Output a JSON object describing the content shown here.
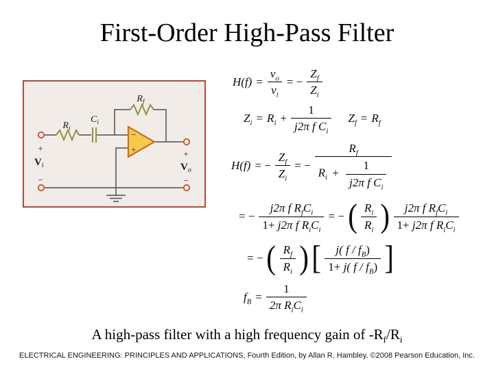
{
  "title": "First-Order High-Pass Filter",
  "caption": {
    "pre": "A high-pass filter with a high frequency gain of -R",
    "sub1": "f",
    "mid": "/R",
    "sub2": "i"
  },
  "footer": "ELECTRICAL ENGINEERING: PRINCIPLES AND APPLICATIONS, Fourth Edition, by Allan R. Hambley, ©2008 Pearson Education, Inc.",
  "circuit": {
    "colors": {
      "panel_bg": "#f1ece7",
      "panel_border": "#b04a3c",
      "wire": "#4f4f4f",
      "component": "#8e9140",
      "terminal_stroke": "#c4603a",
      "terminal_fill": "#f9ecd9",
      "opamp_fill": "#f4c94f",
      "opamp_stroke": "#c9701f",
      "opamp_sign": "#8d3a26",
      "label": "#1c1c1c"
    },
    "labels": {
      "ri": "R",
      "ri_sub": "i",
      "ci": "C",
      "ci_sub": "i",
      "rf": "R",
      "rf_sub": "f",
      "vi": "V",
      "vi_sub": "i",
      "vo": "V",
      "vo_sub": "o",
      "plus_in": "+",
      "minus_in": "−",
      "plus_out": "+",
      "minus_out": "−",
      "opamp_minus": "−",
      "opamp_plus": "+"
    }
  },
  "math": {
    "eq1": {
      "lhs": "H(f)",
      "eq": "=",
      "f1n": "v",
      "f1ns": "o",
      "f1d": "v",
      "f1ds": "i",
      "eq2": "= −",
      "f2n": "Z",
      "f2ns": "f",
      "f2d": "Z",
      "f2ds": "i"
    },
    "eq2": {
      "z": "Z",
      "zs": "i",
      "eq": "=",
      "r": "R",
      "rs": "i",
      "plus": "+",
      "n": "1",
      "d": "j2π f C",
      "ds": "i",
      "z2": "Z",
      "z2s": "f",
      "eq2": "=",
      "r2": "R",
      "r2s": "f"
    },
    "eq3": {
      "lhs": "H(f)",
      "eq": "= −",
      "f1n": "Z",
      "f1ns": "f",
      "f1d": "Z",
      "f1ds": "i",
      "eq2": "= −",
      "num": "R",
      "nums": "f",
      "d1": "R",
      "d1s": "i",
      "plus": "+",
      "inn": "1",
      "ind": "j2π f C",
      "inds": "i"
    },
    "eq4": {
      "eq": "= −",
      "f1n": "j2π f R",
      "f1ns": "f",
      "f1n2": "C",
      "f1n2s": "i",
      "f1d0": "1+",
      "f1d": "j2π f R",
      "f1ds": "i",
      "f1d2": "C",
      "f1d2s": "i",
      "eq2": "= −",
      "lp": "(",
      "pn": "R",
      "pns": "i",
      "pd": "R",
      "pds": "i",
      "rp": ")",
      "f2n": "j2π f R",
      "f2ns": "f",
      "f2n2": "C",
      "f2n2s": "i",
      "f2d0": "1+",
      "f2d": "j2π f R",
      "f2ds": "i",
      "f2d2": "C",
      "f2d2s": "i"
    },
    "eq5": {
      "eq": "= −",
      "lp": "(",
      "pn": "R",
      "pns": "f",
      "pd": "R",
      "pds": "i",
      "rp": ")",
      "lb": "[",
      "bn": "j( f / f",
      "bns": "B",
      "bn2": ")",
      "bd0": "1+",
      "bd": "j( f / f",
      "bds": "B",
      "bd2": ")",
      "rb": "]"
    },
    "eq6": {
      "lhs": "f",
      "lhss": "B",
      "eq": "=",
      "n": "1",
      "d": "2π R",
      "ds": "i",
      "d2": "C",
      "d2s": "i"
    }
  }
}
